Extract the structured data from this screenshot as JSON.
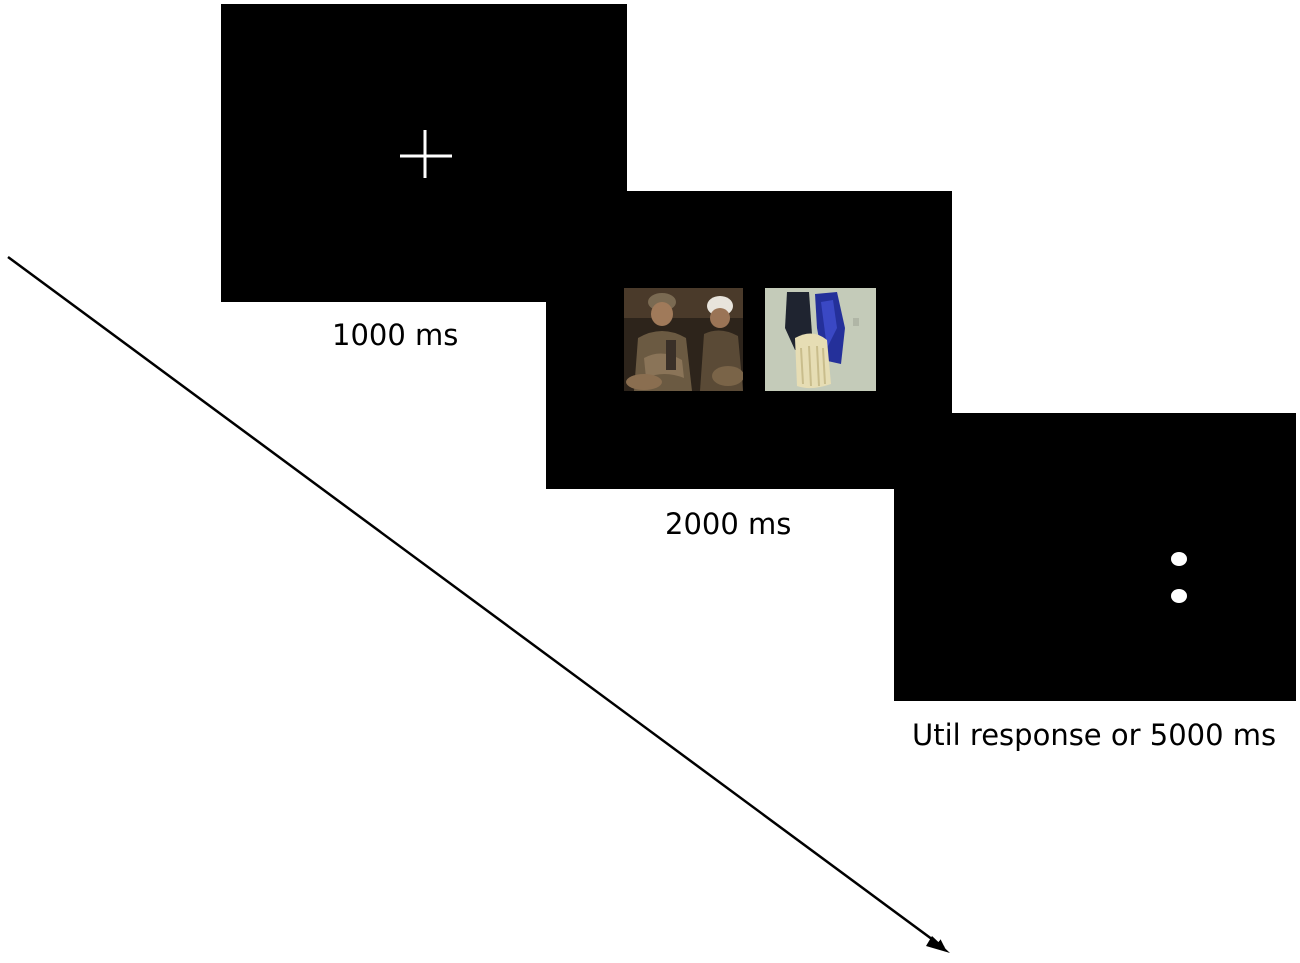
{
  "trial_screens": [
    {
      "id": "fixation",
      "content": "fixation-cross",
      "duration_label": "1000 ms"
    },
    {
      "id": "image-pair",
      "content": "two-photos",
      "duration_label": "2000 ms"
    },
    {
      "id": "dot-probe",
      "content": "two-dots",
      "duration_label": "Util response or 5000 ms"
    }
  ],
  "colors": {
    "screen_background": "#000000",
    "stimulus": "#ffffff",
    "page_background": "#ffffff",
    "arrow": "#000000"
  },
  "icons": {
    "fixation": "fixation-cross-icon",
    "probe": "probe-dots-icon",
    "time": "time-arrow"
  }
}
